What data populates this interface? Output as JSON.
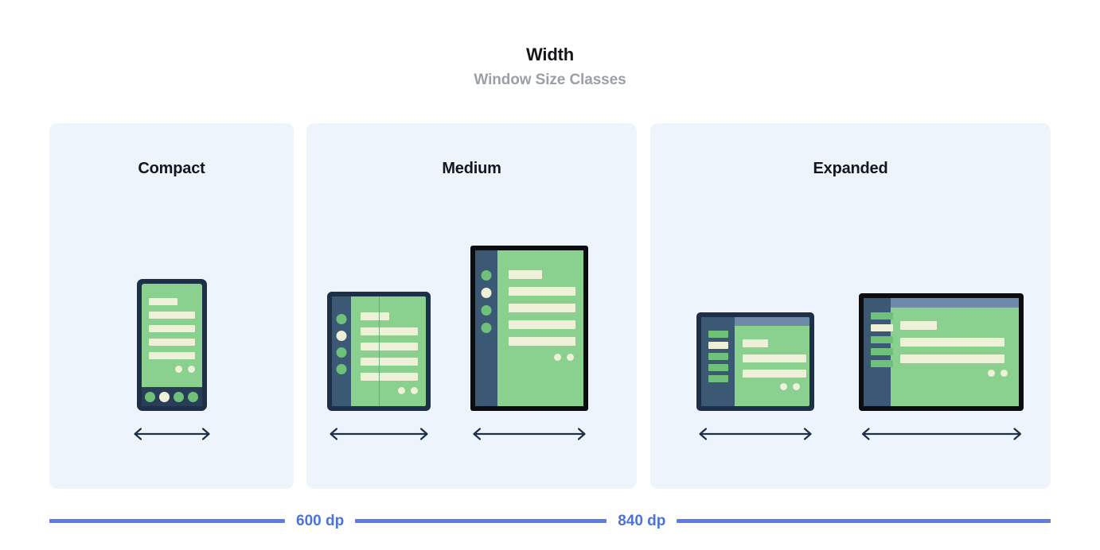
{
  "header": {
    "title": "Width",
    "subtitle": "Window Size Classes"
  },
  "panels": [
    {
      "id": "compact",
      "label": "Compact",
      "devices": [
        {
          "name": "phone-portrait",
          "arrow": "double-headed-arrow"
        }
      ]
    },
    {
      "id": "medium",
      "label": "Medium",
      "devices": [
        {
          "name": "foldable-unfolded-portrait",
          "arrow": "double-headed-arrow"
        },
        {
          "name": "tablet-portrait",
          "arrow": "double-headed-arrow"
        }
      ]
    },
    {
      "id": "expanded",
      "label": "Expanded",
      "devices": [
        {
          "name": "tablet-landscape-small",
          "arrow": "double-headed-arrow"
        },
        {
          "name": "tablet-landscape-large",
          "arrow": "double-headed-arrow"
        }
      ]
    }
  ],
  "scale": {
    "breakpoints": [
      "600 dp",
      "840 dp"
    ]
  },
  "colors": {
    "panel_background": "#eef4fc",
    "page_background": "#ffffff",
    "title": "#15171a",
    "subtitle": "#9aa0a6",
    "screen_green": "#8ad18f",
    "content_cream": "#eff0d8",
    "nav_navy": "#3b5875",
    "bezel_navy": "#1e3048",
    "bezel_black": "#0b0d10",
    "topbar_blue_gray": "#6f8aa8",
    "scale_blue": "#5b7fe0",
    "scale_label_blue": "#4a73dd",
    "arrow_navy": "#1e3048"
  }
}
